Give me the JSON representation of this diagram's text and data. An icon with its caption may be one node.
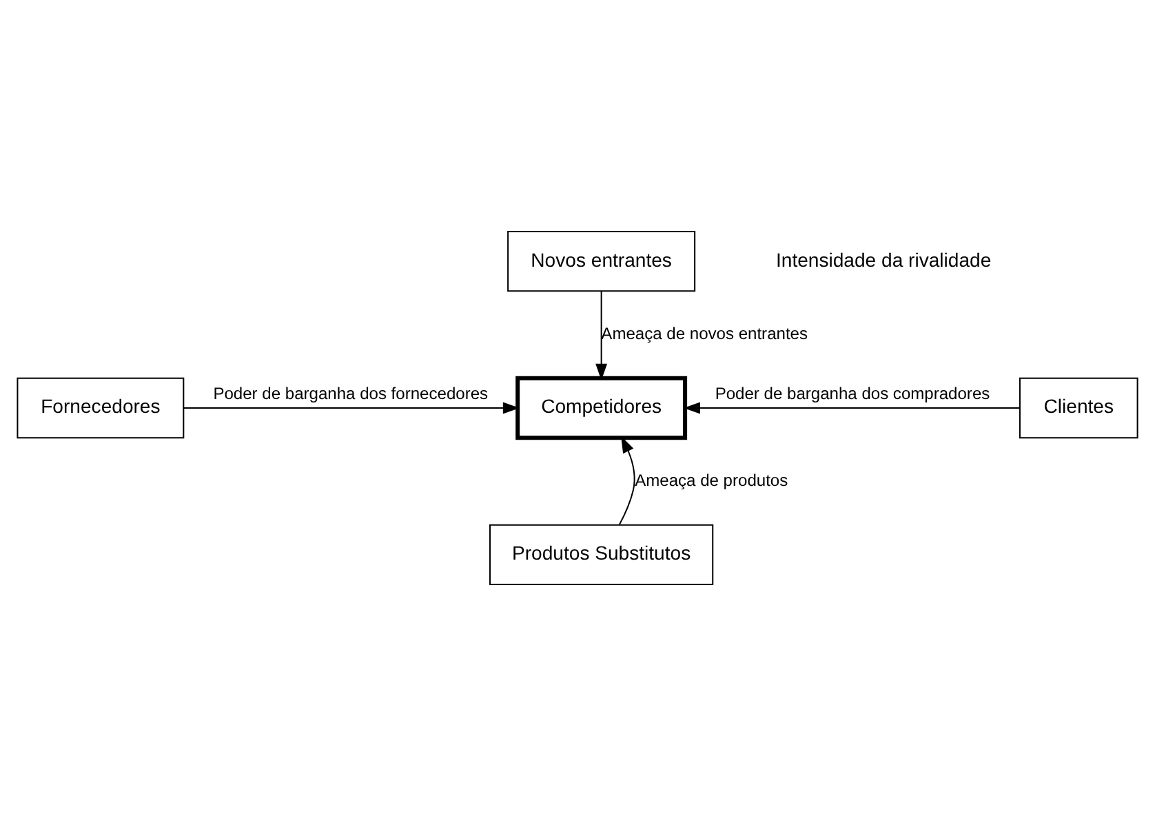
{
  "diagram": {
    "nodes": [
      {
        "text": [
          "Novos entrantes"
        ]
      },
      {
        "text": [
          "Fornecedores"
        ]
      },
      {
        "text": [
          "Competidores"
        ]
      },
      {
        "text": [
          "Clientes"
        ]
      },
      {
        "text": [
          "Produtos Substitutos"
        ]
      }
    ],
    "edges": [
      {
        "from": 0,
        "to": 2,
        "arrow": "to",
        "label": "Ameaça de novos entrantes"
      },
      {
        "from": 1,
        "to": 2,
        "arrow": "to",
        "label": "Poder de barganha dos fornecedores"
      },
      {
        "from": 3,
        "to": 2,
        "arrow": "to",
        "label": "Poder de barganha dos compradores"
      },
      {
        "from": 4,
        "to": 2,
        "arrow": "to",
        "label": "Ameaça de produtos"
      }
    ],
    "labels": [
      "Intensidade da rivalidade"
    ]
  }
}
